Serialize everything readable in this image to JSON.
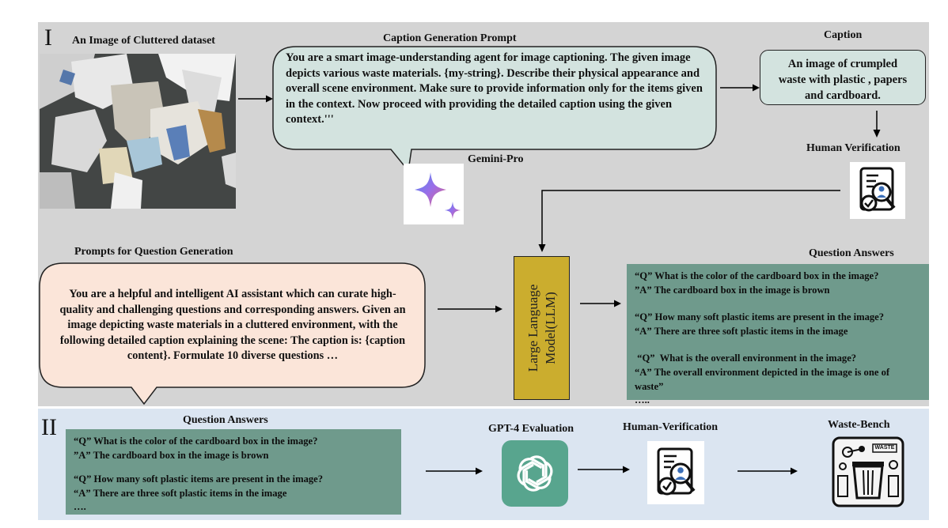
{
  "panel1": {
    "roman": "I",
    "image_title": "An Image of Cluttered dataset",
    "caption_prompt_title": "Caption Generation Prompt",
    "caption_prompt_text": "You are a smart image-understanding agent for image captioning. The given image depicts various waste materials. {my-string}. Describe their physical appearance and overall scene environment. Make sure to provide information only for the items given in the context. Now proceed with providing the detailed caption using the given context.'''",
    "gemini_label": "Gemini-Pro",
    "caption_title": "Caption",
    "caption_text": "An image of  crumpled waste with plastic , papers and cardboard.",
    "human_verification_label": "Human Verification",
    "question_prompt_title": "Prompts for Question Generation",
    "question_prompt_text": "You are a helpful and intelligent AI assistant which can curate high-quality and challenging questions and corresponding answers. Given an image depicting waste materials in a cluttered environment, with the following detailed caption explaining the scene: The caption is: {caption content}. Formulate 10 diverse questions …",
    "llm_label": "Large Language Model(LLM)",
    "qa_title": "Question Answers",
    "qa_lines": [
      "“Q”  What is the color of the cardboard box in the image?",
      "”A”  The cardboard box in the image is brown",
      "",
      "“Q” How many soft plastic items are present in the image?",
      "“A” There are three soft plastic items in the image",
      "",
      " “Q”  What is the overall environment in the image?",
      "“A” The overall environment depicted in the image is one of",
      "waste”",
      "….."
    ]
  },
  "panel2": {
    "roman": "II",
    "qa_title": "Question Answers",
    "qa_lines": [
      "“Q”  What is the color of the cardboard box in the image?",
      "”A”  The cardboard box in the image is brown",
      "",
      "“Q” How many soft plastic items are present in the image?",
      "“A” There are three soft plastic items in the image",
      "…."
    ],
    "gpt_label": "GPT-4 Evaluation",
    "human_verification_label": "Human-Verification",
    "waste_bench_label": "Waste-Bench",
    "waste_sign_text": "WASTE"
  },
  "colors": {
    "panel1_bg": "#d4d4d4",
    "panel2_bg": "#dbe5f1",
    "caption_bubble": "#d3e3df",
    "question_bubble": "#fbe5d9",
    "qa_box": "#6f9a8c",
    "llm_box": "#cbad2e",
    "gpt_icon": "#58a58e"
  },
  "icons": [
    "waste-photo",
    "gemini-logo",
    "human-verification-icon",
    "openai-logo",
    "waste-bench-icon"
  ]
}
